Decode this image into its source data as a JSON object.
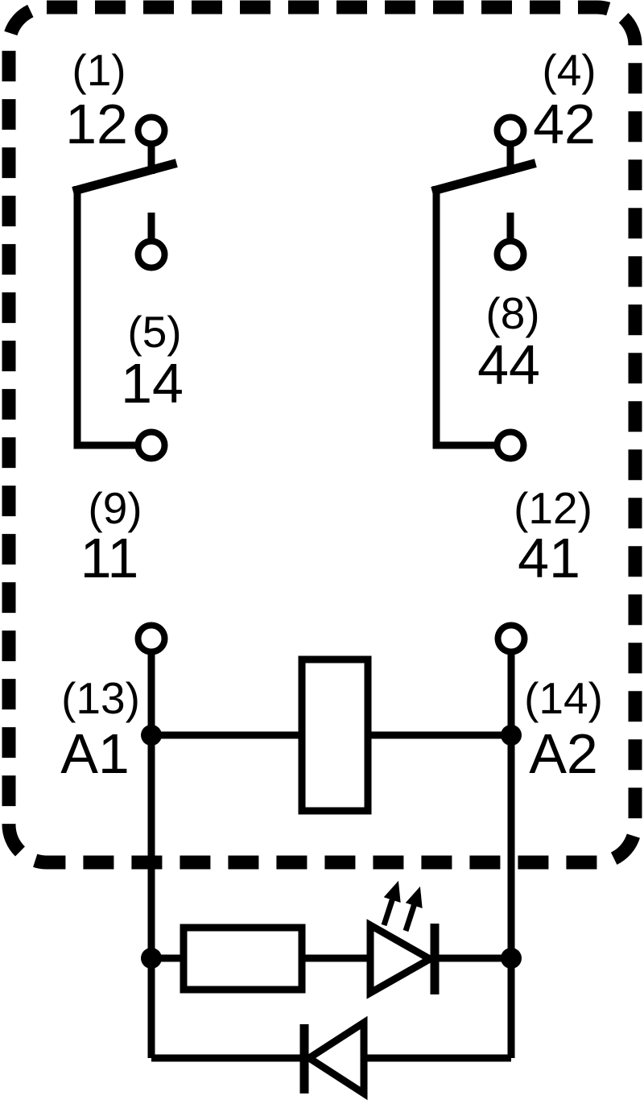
{
  "colors": {
    "ink": "#000000",
    "background": "#ffffff"
  },
  "enclosure": {
    "style": "dashed-rounded-rectangle"
  },
  "poles": [
    {
      "id": "pole-1",
      "top": {
        "pin": "(1)",
        "label": "12"
      },
      "middle": {
        "pin": "(5)",
        "label": "14"
      },
      "bottom": {
        "pin": "(9)",
        "label": "11"
      }
    },
    {
      "id": "pole-2",
      "top": {
        "pin": "(4)",
        "label": "42"
      },
      "middle": {
        "pin": "(8)",
        "label": "44"
      },
      "bottom": {
        "pin": "(12)",
        "label": "41"
      }
    }
  ],
  "coil": {
    "a1": {
      "pin": "(13)",
      "label": "A1"
    },
    "a2": {
      "pin": "(14)",
      "label": "A2"
    }
  },
  "symbols": {
    "coil": "coil-rectangle",
    "resistor": "resistor-box",
    "led": "led-with-emission-arrows",
    "diode": "protection-diode"
  }
}
